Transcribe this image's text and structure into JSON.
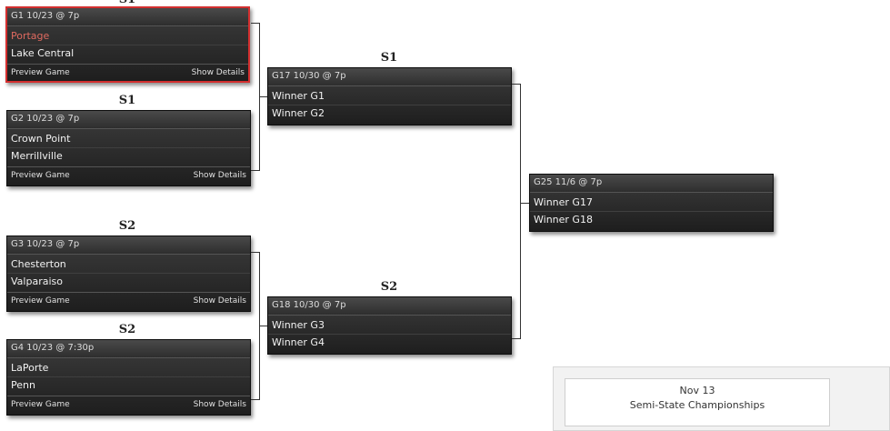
{
  "sections": {
    "s1": "S1",
    "s2": "S2"
  },
  "games": {
    "g1": {
      "header": "G1 10/23 @ 7p",
      "team1": "Portage",
      "team2": "Lake Central",
      "preview": "Preview Game",
      "details": "Show Details"
    },
    "g2": {
      "header": "G2 10/23 @ 7p",
      "team1": "Crown Point",
      "team2": "Merrillville",
      "preview": "Preview Game",
      "details": "Show Details"
    },
    "g3": {
      "header": "G3 10/23 @ 7p",
      "team1": "Chesterton",
      "team2": "Valparaiso",
      "preview": "Preview Game",
      "details": "Show Details"
    },
    "g4": {
      "header": "G4 10/23 @ 7:30p",
      "team1": "LaPorte",
      "team2": "Penn",
      "preview": "Preview Game",
      "details": "Show Details"
    },
    "g17": {
      "header": "G17 10/30 @ 7p",
      "team1": "Winner G1",
      "team2": "Winner G2"
    },
    "g18": {
      "header": "G18 10/30 @ 7p",
      "team1": "Winner G3",
      "team2": "Winner G4"
    },
    "g25": {
      "header": "G25 11/6 @ 7p",
      "team1": "Winner G17",
      "team2": "Winner G18"
    }
  },
  "championship": {
    "date": "Nov 13",
    "title": "Semi-State Championships"
  },
  "colors": {
    "box_background": "#2a2a2a",
    "selected_border": "#d32f2f",
    "loser_text": "#e06a60",
    "connector": "#333333"
  }
}
